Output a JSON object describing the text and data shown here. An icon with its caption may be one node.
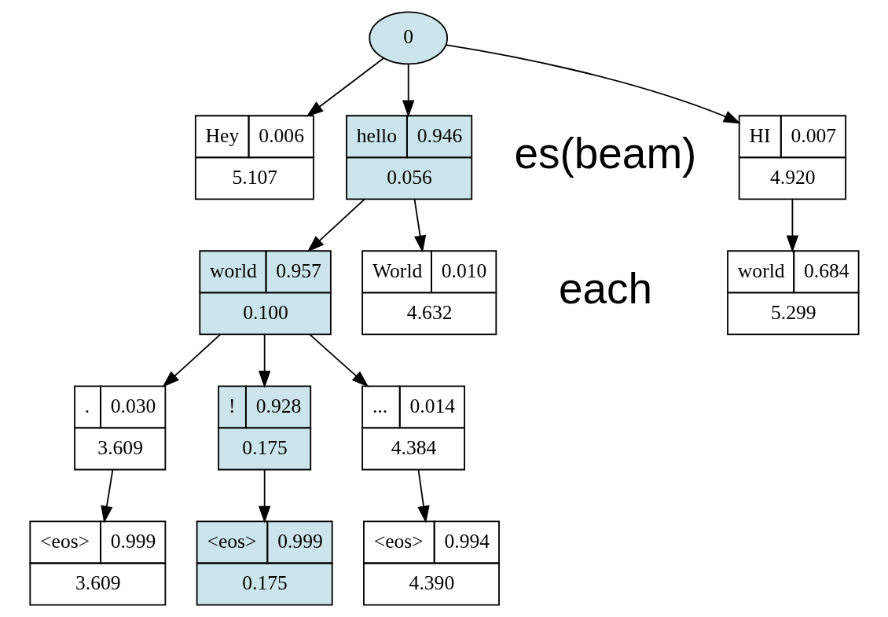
{
  "diagram": {
    "nodes": [
      {
        "text": [
          "0"
        ]
      },
      {
        "text": [
          "hello",
          "0.946",
          "0.056"
        ]
      },
      {
        "text": [
          "HI",
          "0.007",
          "4.920"
        ]
      },
      {
        "text": [
          "Hey",
          "0.006",
          "5.107"
        ]
      },
      {
        "text": [
          "world",
          "0.957",
          "0.100"
        ]
      },
      {
        "text": [
          "World",
          "0.010",
          "4.632"
        ]
      },
      {
        "text": [
          "world",
          "0.684",
          "5.299"
        ]
      },
      {
        "text": [
          ".",
          "0.030",
          "3.609"
        ]
      },
      {
        "text": [
          "!",
          "0.928",
          "0.175"
        ]
      },
      {
        "text": [
          "...",
          "0.014",
          "4.384"
        ]
      },
      {
        "text": [
          "<eos>",
          "0.999",
          "3.609"
        ]
      },
      {
        "text": [
          "<eos>",
          "0.999",
          "0.175"
        ]
      },
      {
        "text": [
          "<eos>",
          "0.994",
          "4.390"
        ]
      }
    ],
    "edges": [
      {
        "from": 0,
        "to": 1,
        "arrow": "to"
      },
      {
        "from": 0,
        "to": 2,
        "arrow": "to"
      },
      {
        "from": 0,
        "to": 3,
        "arrow": "to"
      },
      {
        "from": 1,
        "to": 4,
        "arrow": "to"
      },
      {
        "from": 1,
        "to": 5,
        "arrow": "to"
      },
      {
        "from": 2,
        "to": 6,
        "arrow": "to"
      },
      {
        "from": 4,
        "to": 7,
        "arrow": "to"
      },
      {
        "from": 4,
        "to": 8,
        "arrow": "to"
      },
      {
        "from": 4,
        "to": 9,
        "arrow": "to"
      },
      {
        "from": 7,
        "to": 10,
        "arrow": "to"
      },
      {
        "from": 8,
        "to": 11,
        "arrow": "to"
      },
      {
        "from": 9,
        "to": 12,
        "arrow": "to"
      }
    ],
    "labels": [
      "es(beam)",
      "each"
    ]
  }
}
